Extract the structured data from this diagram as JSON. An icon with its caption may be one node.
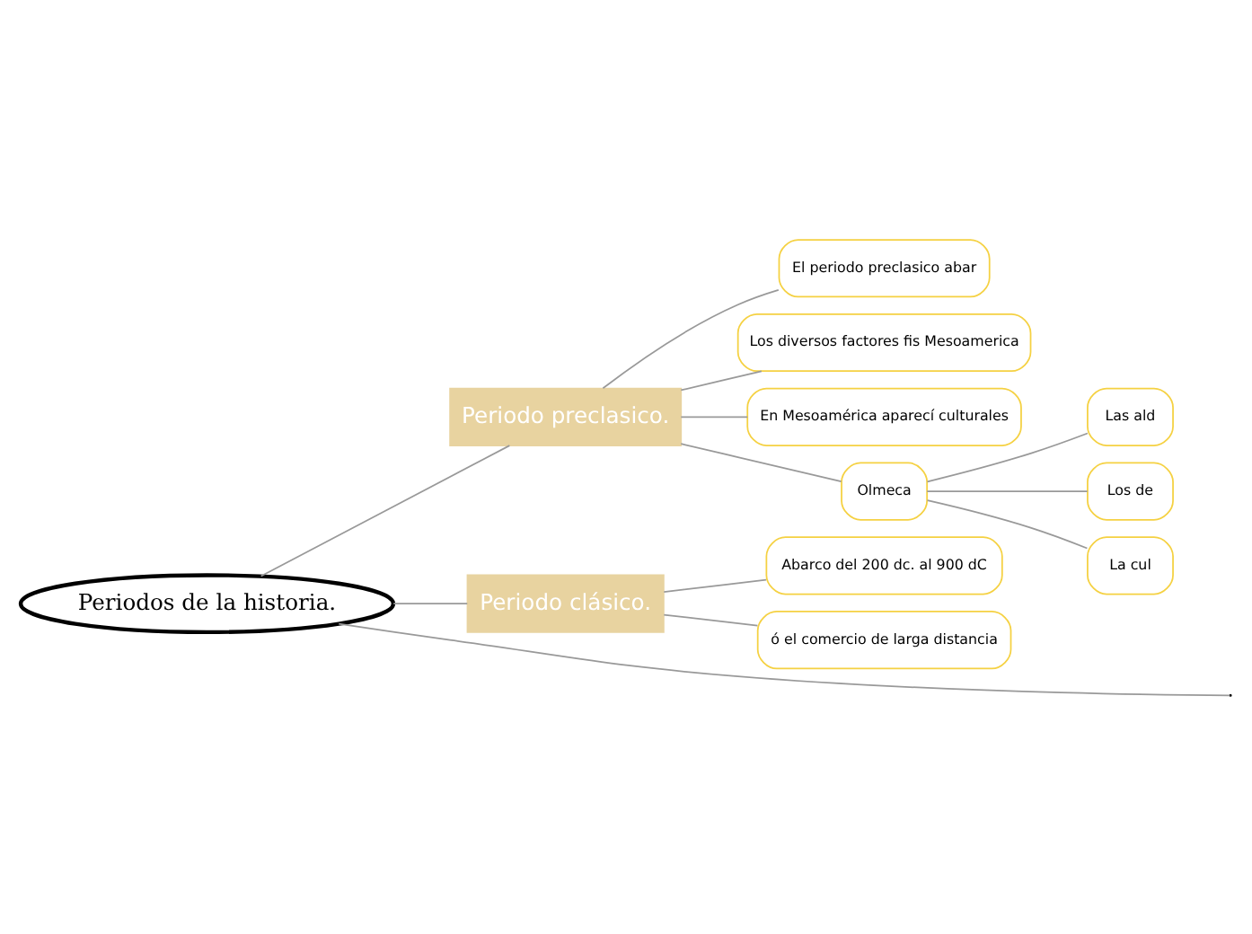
{
  "diagram": {
    "nodes": [
      {
        "text": [
          "Periodos de la historia."
        ]
      },
      {
        "text": [
          "Periodo preclasico."
        ]
      },
      {
        "text": [
          "El periodo preclasico abar"
        ]
      },
      {
        "text": [
          "Los diversos factores fis Mesoamerica"
        ]
      },
      {
        "text": [
          "En Mesoamérica aparecí culturales"
        ]
      },
      {
        "text": [
          "Olmeca"
        ]
      },
      {
        "text": [
          "Las ald"
        ]
      },
      {
        "text": [
          "Los de"
        ]
      },
      {
        "text": [
          "La cul"
        ]
      },
      {
        "text": [
          "Periodo clásico."
        ]
      },
      {
        "text": [
          "Abarco del 200 dc. al 900 dC"
        ]
      },
      {
        "text": [
          "ó el comercio de larga distancia"
        ]
      }
    ],
    "edges": [
      {
        "from": 0,
        "to": 1,
        "arrow": "none"
      },
      {
        "from": 1,
        "to": 2,
        "arrow": "none"
      },
      {
        "from": 1,
        "to": 3,
        "arrow": "none"
      },
      {
        "from": 1,
        "to": 4,
        "arrow": "none"
      },
      {
        "from": 1,
        "to": 5,
        "arrow": "none"
      },
      {
        "from": 5,
        "to": 6,
        "arrow": "none"
      },
      {
        "from": 5,
        "to": 7,
        "arrow": "none"
      },
      {
        "from": 5,
        "to": 8,
        "arrow": "none"
      },
      {
        "from": 0,
        "to": 9,
        "arrow": "none"
      },
      {
        "from": 9,
        "to": 10,
        "arrow": "none"
      },
      {
        "from": 9,
        "to": 11,
        "arrow": "none"
      },
      {
        "from": 0,
        "to": null,
        "arrow": "none"
      }
    ]
  }
}
